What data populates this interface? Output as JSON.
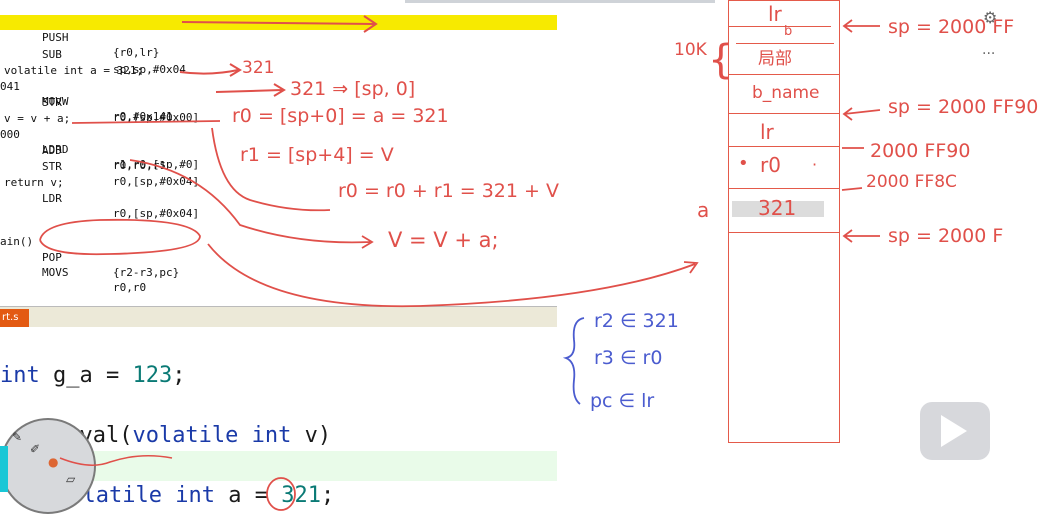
{
  "disassembly": [
    {
      "addr": "",
      "mnemonic": "PUSH",
      "operands": "{r0,lr}",
      "highlight": true
    },
    {
      "addr": "",
      "mnemonic": "SUB",
      "operands": "sp,sp,#0x04",
      "highlight": false
    },
    {
      "source": "volatile int a = 321;"
    },
    {
      "addr": "041",
      "mnemonic": "MOVW",
      "operands": "r0,#0x141",
      "highlight": false
    },
    {
      "addr": "",
      "mnemonic": "STR",
      "operands": "r0,[sp,#0x00]",
      "highlight": false
    },
    {
      "source": "v = v + a;"
    },
    {
      "addr": "000",
      "mnemonic": "LDRD",
      "operands": "r1,r0,[sp,#0]",
      "highlight": false
    },
    {
      "addr": "",
      "mnemonic": "ADD",
      "operands": "r0,r0,r1",
      "highlight": false
    },
    {
      "addr": "",
      "mnemonic": "STR",
      "operands": "r0,[sp,#0x04]",
      "highlight": false
    },
    {
      "source": "return v;"
    },
    {
      "addr": "",
      "mnemonic": "LDR",
      "operands": "r0,[sp,#0x04]",
      "highlight": false
    },
    {
      "source": "ain()"
    },
    {
      "addr": "",
      "mnemonic": "POP",
      "operands": "{r2-r3,pc}",
      "highlight": false
    },
    {
      "addr": "",
      "mnemonic": "MOVS",
      "operands": "r0,r0",
      "highlight": false
    }
  ],
  "file_tab": {
    "label": "rt.s"
  },
  "source_code": {
    "line1": {
      "type": "int",
      "rest": " g_a = ",
      "value": "123",
      "end": ";"
    },
    "line2": {
      "prefix": "  add_val(",
      "kw1": "volatile",
      "sp": " ",
      "kw2": "int",
      "rest": " v)"
    },
    "line3": {
      "kw1": "volatile",
      "sp": " ",
      "kw2": "int",
      "rest": " a = ",
      "value": "321",
      "end": ";"
    }
  },
  "annotations": {
    "a1": "321",
    "a2": "321 ⇒ [sp, 0]",
    "a3": "r0 = [sp+0] = a = 321",
    "a4": "r1 = [sp+4] = V",
    "a5": "r0 = r0 + r1 = 321 + V",
    "a6": "V = V + a;",
    "a7_r2": "r2 ∈ 321",
    "a7_r3": "r3 ∈ r0",
    "a7_pc": "pc ∈ lr"
  },
  "stack_diagram": {
    "cells": [
      "lr",
      "b",
      "局部",
      "b_name",
      "lr",
      "r0",
      "321"
    ],
    "size_label": "10K",
    "var_label": "a",
    "sp_labels": [
      "sp = 2000 FF",
      "sp = 2000 FF90",
      "2000 FF90",
      "2000 FF8C",
      "sp = 2000 F"
    ]
  },
  "window": {
    "gear": "⚙",
    "more": "···"
  },
  "colors": {
    "ink_red": "#e0504a",
    "ink_blue": "#4b5ccf",
    "highlight": "#f7ea00"
  }
}
